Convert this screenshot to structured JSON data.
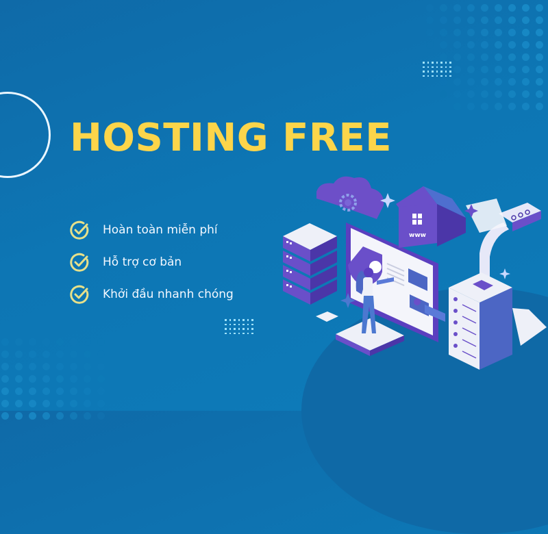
{
  "banner": {
    "title": "HOSTING FREE",
    "features": [
      {
        "icon": "check-circle-icon",
        "label": "Hoàn toàn miễn phí"
      },
      {
        "icon": "check-circle-icon",
        "label": "Hỗ trợ cơ bản"
      },
      {
        "icon": "check-circle-icon",
        "label": "Khởi đầu nhanh chóng"
      }
    ],
    "illustration": {
      "house_label": "www",
      "elements": [
        "server-stack",
        "cloud-gear",
        "monitor-shield",
        "woman-figure",
        "house-www",
        "printer-paper",
        "server-tower",
        "sparkles"
      ]
    }
  },
  "colors": {
    "background": "#0d76b4",
    "title": "#fcd54a",
    "check": "#e6e08a",
    "text": "#f3f8ff",
    "purple": "#6a4fc9",
    "lightpurple": "#e6e8f8"
  }
}
